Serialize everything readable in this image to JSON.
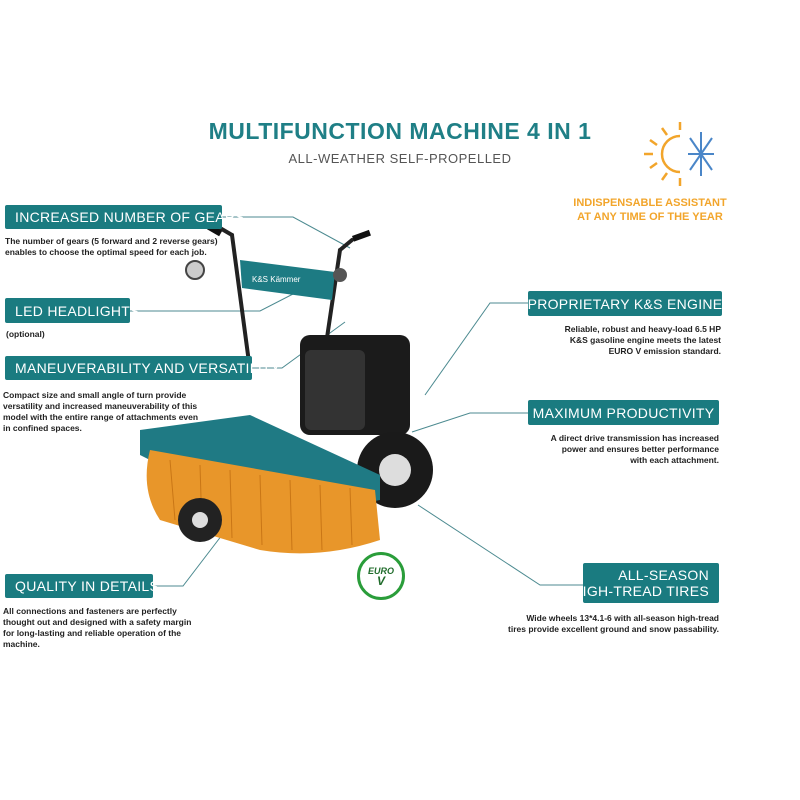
{
  "header": {
    "title": "MULTIFUNCTION MACHINE 4 IN 1",
    "subtitle": "ALL-WEATHER SELF-PROPELLED"
  },
  "badge": {
    "line1": "INDISPENSABLE ASSISTANT",
    "line2": "AT ANY TIME OF THE YEAR",
    "icon": "sun-snowflake-icon"
  },
  "features": {
    "gears": {
      "title": "INCREASED NUMBER OF GEARS",
      "text": [
        "The number of gears (5 forward and 2 reverse gears)",
        "enables to choose the optimal speed for each job."
      ]
    },
    "headlights": {
      "title": "LED HEADLIGHTS",
      "text": [
        "(optional)"
      ]
    },
    "maneuverability": {
      "title": "MANEUVERABILITY AND VERSATILITY",
      "text": [
        "Compact size and small angle of turn provide",
        "versatility and increased maneuverability of this",
        "model with the entire range of attachments even",
        "in confined spaces."
      ]
    },
    "quality": {
      "title": "QUALITY IN DETAILS",
      "text": [
        "All connections and fasteners are perfectly",
        "thought out and designed with a safety margin",
        "for long-lasting and reliable operation of the",
        "machine."
      ]
    },
    "engine": {
      "title": "PROPRIETARY K&S ENGINE",
      "text": [
        "Reliable, robust and heavy-load 6.5 HP",
        "K&S gasoline engine meets the latest",
        "EURO V emission standard."
      ]
    },
    "productivity": {
      "title": "MAXIMUM PRODUCTIVITY",
      "text": [
        "A direct drive transmission has increased",
        "power and ensures better performance",
        "with each attachment."
      ]
    },
    "tires": {
      "title_line1": "ALL-SEASON",
      "title_line2": "HIGH-TREAD TIRES",
      "text": [
        "Wide wheels 13*4.1-6 with all-season high-tread",
        "tires provide excellent ground and snow passability."
      ]
    }
  },
  "euro_logo": {
    "line1": "EURO",
    "line2": "V"
  },
  "colors": {
    "teal": "#1a7b80",
    "orange": "#f2a52b",
    "brush": "#e8962a",
    "snow": "#4a86c8"
  }
}
